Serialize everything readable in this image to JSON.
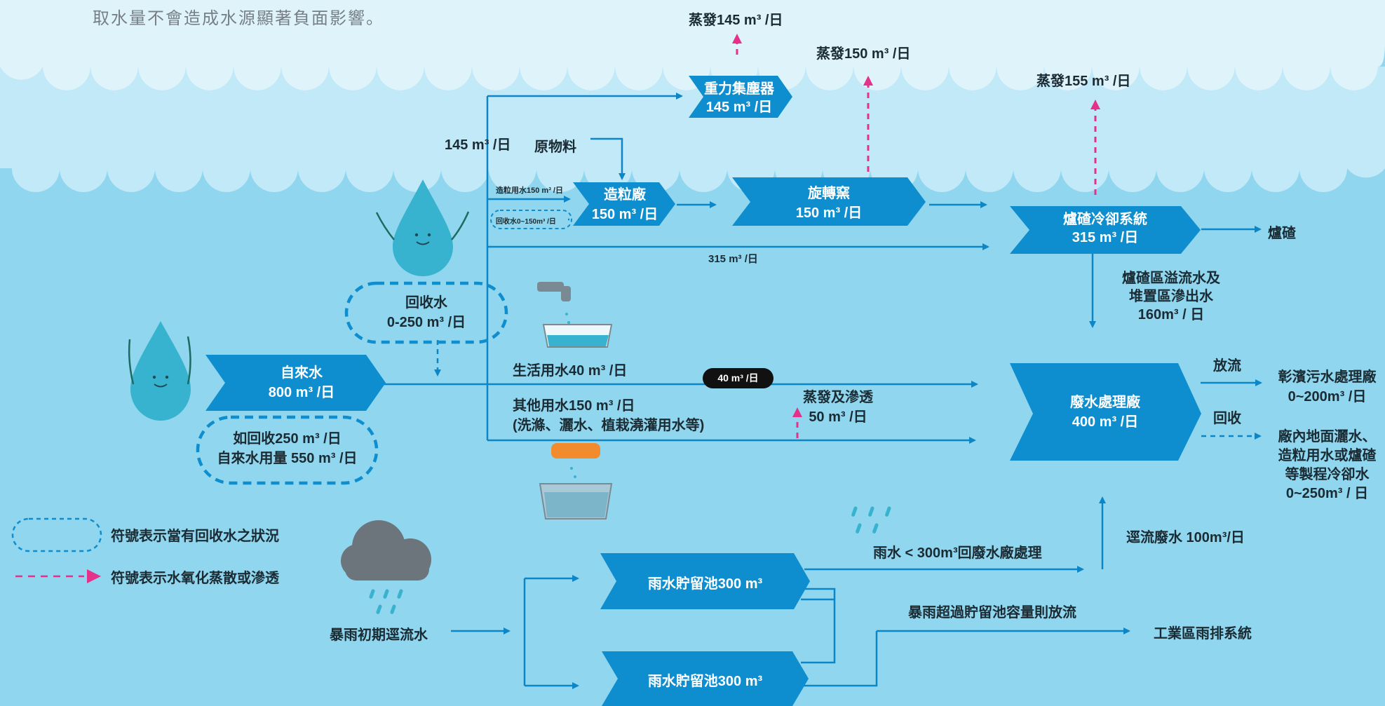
{
  "intro": "取水量不會造成水源顯著負面影響。",
  "colors": {
    "sky": "#dff3fb",
    "water": "#8fd6ee",
    "box": "#0f8ecf",
    "arrow": "#0c86c6",
    "evap": "#e4318a",
    "drop": "#37b3cf",
    "cloud": "#6c757c"
  },
  "icons": {
    "drop1": "water-drop-mascot-icon",
    "drop2": "water-drop-mascot-icon",
    "faucet": "faucet-basin-icon",
    "laundry": "laundry-basin-icon",
    "cloud": "rain-cloud-icon",
    "rain": "raindrops-icon"
  },
  "tap": {
    "title": "自來水",
    "value": "800 m³ /日"
  },
  "tap_note": {
    "line1": "如回收250 m³ /日",
    "line2": "自來水用量 550 m³ /日"
  },
  "recycled": {
    "title": "回收水",
    "value": "0-250 m³ /日"
  },
  "dust": {
    "title": "重力集塵器",
    "value": "145 m³ /日",
    "evap": "蒸發145 m³ /日"
  },
  "granulation": {
    "title": "造粒廠",
    "value": "150 m³ /日",
    "in_water": "造粒用水150 m³ /日",
    "in_recycled": "回收水0~150m³ /日"
  },
  "kiln": {
    "title": "旋轉窯",
    "value": "150 m³ /日",
    "evap": "蒸發150 m³ /日"
  },
  "slag": {
    "title": "爐碴冷卻系統",
    "value": "315 m³ /日",
    "evap": "蒸發155 m³ /日",
    "out": "爐碴"
  },
  "branch_145": "145 m³ /日",
  "raw_material": "原物料",
  "flow_315": "315 m³ /日",
  "overflow": {
    "l1": "爐碴區溢流水及",
    "l2": "堆置區滲出水",
    "l3": "160m³ / 日"
  },
  "domestic": {
    "label": "生活用水40 m³ /日",
    "badge": "40 m³ /日"
  },
  "other": {
    "l1": "其他用水150 m³ /日",
    "l2": "(洗滌、灑水、植栽澆灌用水等)"
  },
  "evap_seep": {
    "l1": "蒸發及滲透",
    "l2": "50 m³ /日"
  },
  "wwtp": {
    "title": "廢水處理廠",
    "value": "400 m³ /日"
  },
  "discharge": {
    "label": "放流",
    "target_l1": "彰濱污水處理廠",
    "target_l2": "0~200m³ /日"
  },
  "recover": {
    "label": "回收",
    "t1": "廠內地面灑水、",
    "t2": "造粒用水或爐碴",
    "t3": "等製程冷卻水",
    "t4": "0~250m³ / 日"
  },
  "runoff_ww": "逕流廢水 100m³/日",
  "legend": {
    "recycle_note": "符號表示當有回收水之狀況",
    "evap_note": "符號表示水氧化蒸散或滲透"
  },
  "storm": "暴雨初期逕流水",
  "pond1": "雨水貯留池300 m³",
  "pond2": "雨水貯留池300 m³",
  "rain_to_wwtp": "雨水 < 300m³回廢水廠處理",
  "overflow_rule": "暴雨超過貯留池容量則放流",
  "storm_drain": "工業區雨排系統"
}
